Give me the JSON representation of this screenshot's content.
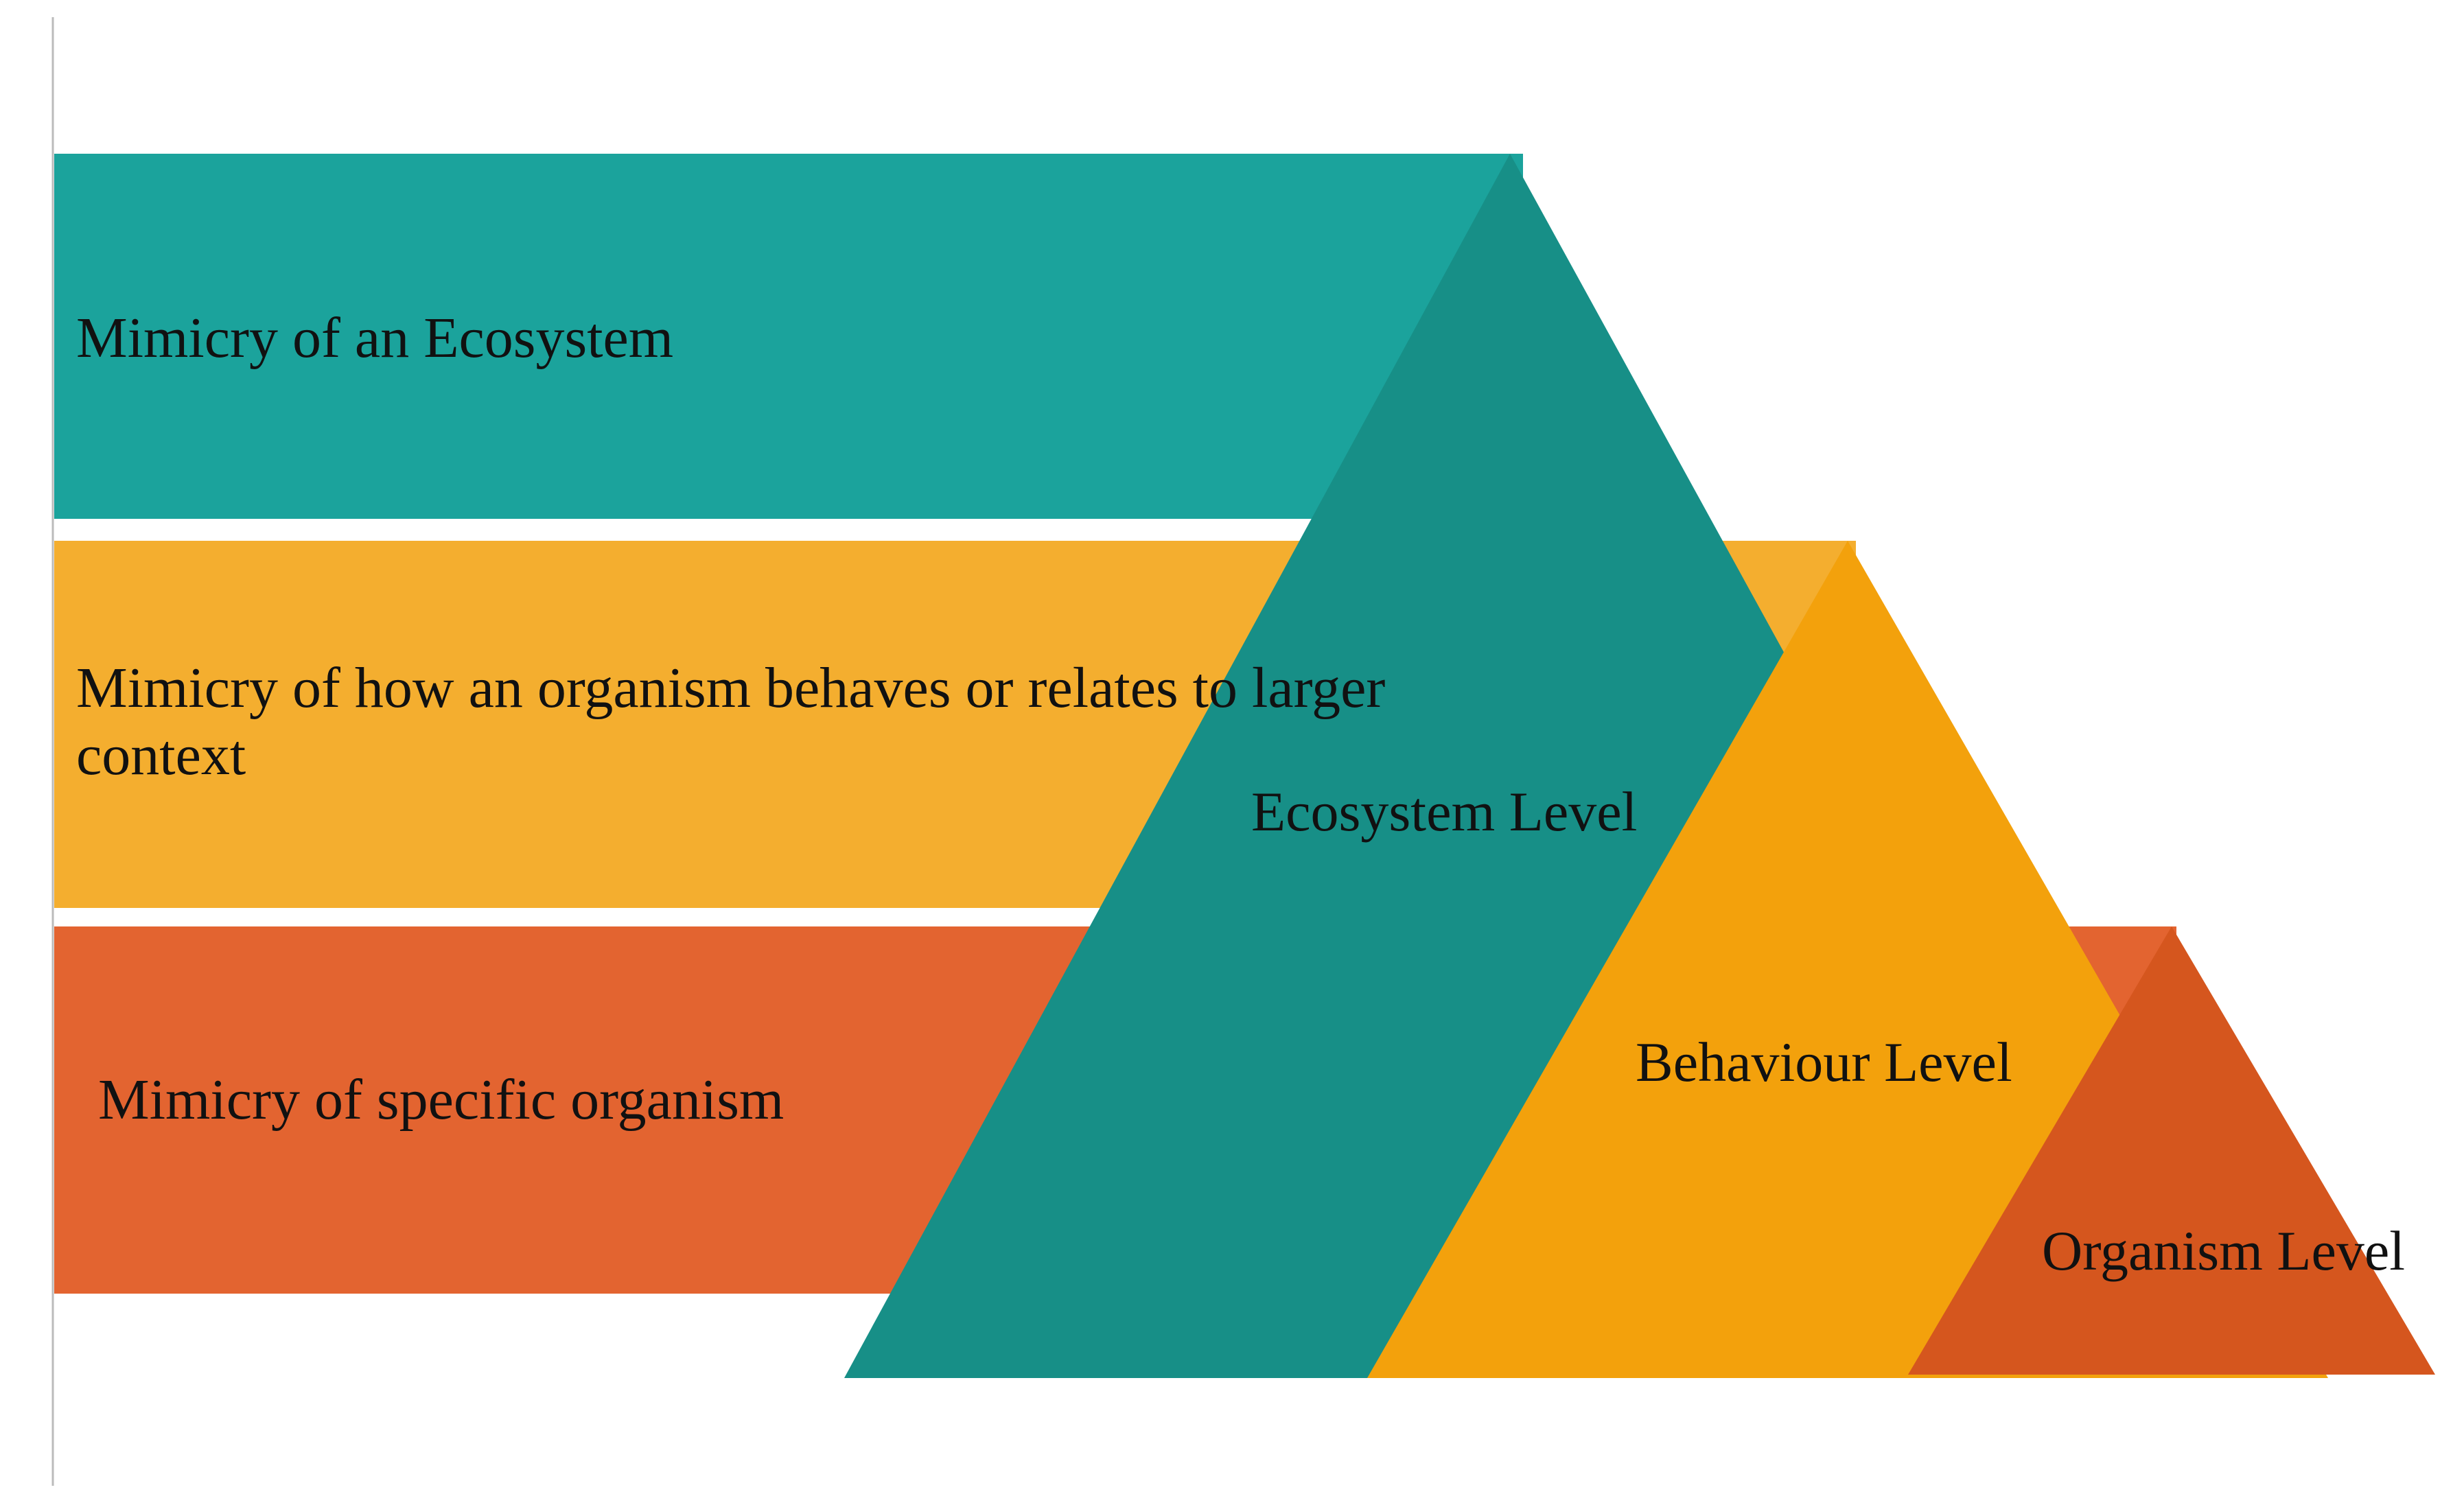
{
  "colors": {
    "teal_band": "#1BA39C",
    "teal_triangle": "#178F87",
    "amber_band": "#F4AE2F",
    "amber_triangle": "#F3A10C",
    "orange_band": "#E36430",
    "orange_triangle": "#D5561E",
    "axis_line": "#BBBBBB"
  },
  "bands": [
    {
      "label_lines": [
        "Mimicry of an Ecosystem"
      ]
    },
    {
      "label_lines": [
        "Mimicry of how an organism behaves or relates to larger",
        "context"
      ]
    },
    {
      "label_lines": [
        "Mimicry of specific organism"
      ]
    }
  ],
  "levels": [
    {
      "label": "Ecosystem Level"
    },
    {
      "label": "Behaviour Level"
    },
    {
      "label": "Organism Level"
    }
  ]
}
